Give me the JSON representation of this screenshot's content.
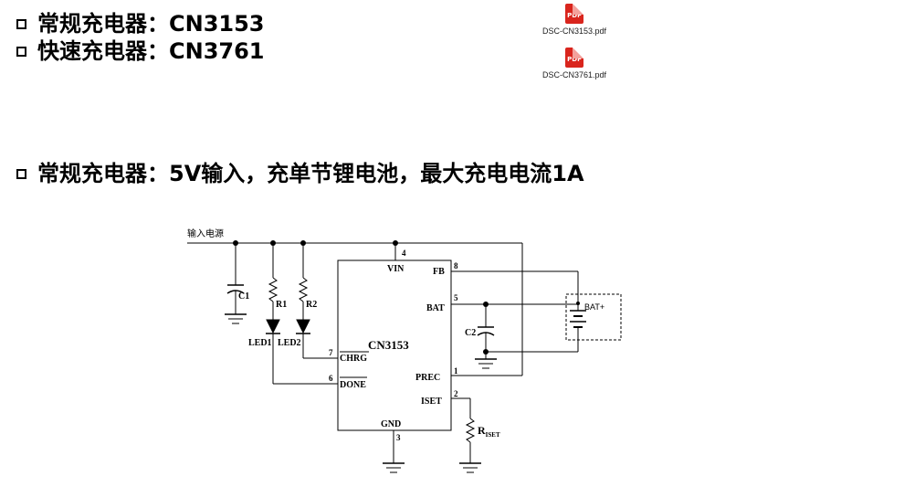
{
  "headings": {
    "item1": "常规充电器：CN3153",
    "item2": "快速充电器：CN3761",
    "item3": "常规充电器：5V输入，充单节锂电池，最大充电电流1A"
  },
  "attachments": [
    {
      "icon_text": "PDF",
      "name": "DSC-CN3153.pdf"
    },
    {
      "icon_text": "PDF",
      "name": "DSC-CN3761.pdf"
    }
  ],
  "schematic": {
    "input_label": "输入电源",
    "chip": "CN3153",
    "pins": {
      "vin": "VIN",
      "vin_num": "4",
      "fb": "FB",
      "fb_num": "8",
      "bat": "BAT",
      "bat_num": "5",
      "prec": "PREC",
      "prec_num": "1",
      "iset": "ISET",
      "iset_num": "2",
      "gnd": "GND",
      "gnd_num": "3",
      "chrg": "CHRG",
      "chrg_num": "7",
      "done": "DONE",
      "done_num": "6"
    },
    "components": {
      "c1": "C1",
      "c2": "C2",
      "r1": "R1",
      "r2": "R2",
      "led1": "LED1",
      "led2": "LED2",
      "rset_main": "R",
      "rset_sub": "ISET",
      "battery": "BAT+"
    }
  }
}
